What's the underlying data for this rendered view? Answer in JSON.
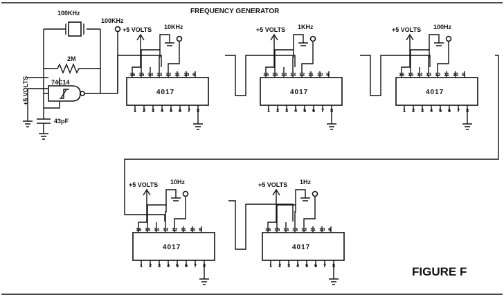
{
  "title": "FREQUENCY GENERATOR",
  "figure_label": "FIGURE F",
  "oscillator": {
    "crystal_label": "100KHz",
    "output_label": "100KHz",
    "resistor_label": "2M",
    "gate_label": "74C14",
    "supply_label": "+5 VOLTS",
    "capacitor_label": "43pF"
  },
  "supply_label": "+5 VOLTS",
  "chip_label": "4017",
  "top_pins": [
    "16",
    "15",
    "14",
    "13",
    "12",
    "11",
    "10",
    "9"
  ],
  "bottom_pins": [
    "1",
    "2",
    "3",
    "4",
    "5",
    "6",
    "7",
    "8"
  ],
  "stages": [
    {
      "output_label": "10KHz"
    },
    {
      "output_label": "1KHz"
    },
    {
      "output_label": "100Hz"
    },
    {
      "output_label": "10Hz"
    },
    {
      "output_label": "1Hz"
    }
  ],
  "colors": {
    "ink": "#111111",
    "paper": "#ffffff"
  }
}
